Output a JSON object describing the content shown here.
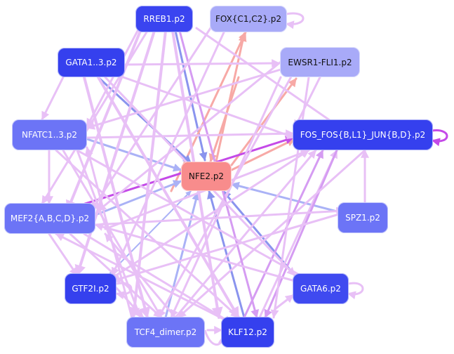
{
  "nodes": [
    {
      "id": "rreb1",
      "label": "RREB1.p2",
      "fill": "#3a44f0",
      "text": "#ffffff"
    },
    {
      "id": "fox",
      "label": "FOX{C1,C2}.p2",
      "fill": "#a8aaf8",
      "text": "#111111"
    },
    {
      "id": "gata13",
      "label": "GATA1..3.p2",
      "fill": "#3540ee",
      "text": "#ffffff"
    },
    {
      "id": "ewsr1",
      "label": "EWSR1-FLI1.p2",
      "fill": "#a8aaf8",
      "text": "#111111"
    },
    {
      "id": "nfatc",
      "label": "NFATC1..3.p2",
      "fill": "#6c74f6",
      "text": "#ffffff"
    },
    {
      "id": "fos",
      "label": "FOS_FOS{B,L1}_JUN{B,D}.p2",
      "fill": "#3540ee",
      "text": "#ffffff"
    },
    {
      "id": "nfe2",
      "label": "NFE2.p2",
      "fill": "#f88c8c",
      "text": "#111111"
    },
    {
      "id": "mef2",
      "label": "MEF2{A,B,C,D}.p2",
      "fill": "#6c74f6",
      "text": "#ffffff"
    },
    {
      "id": "spz1",
      "label": "SPZ1.p2",
      "fill": "#6c74f6",
      "text": "#ffffff"
    },
    {
      "id": "gtf2i",
      "label": "GTF2I.p2",
      "fill": "#3540ee",
      "text": "#ffffff"
    },
    {
      "id": "gata6",
      "label": "GATA6.p2",
      "fill": "#3f4af0",
      "text": "#ffffff"
    },
    {
      "id": "tcf4",
      "label": "TCF4_dimer.p2",
      "fill": "#6c74f6",
      "text": "#ffffff"
    },
    {
      "id": "klf12",
      "label": "KLF12.p2",
      "fill": "#3540ee",
      "text": "#ffffff"
    }
  ],
  "colors": {
    "edge_light": "#e8c0f6",
    "edge_mid": "#d59cf2",
    "edge_strong": "#c44ae8",
    "edge_blue": "#aab2f6",
    "edge_blue_dark": "#8a94ee",
    "edge_red": "#f7a9a6"
  }
}
